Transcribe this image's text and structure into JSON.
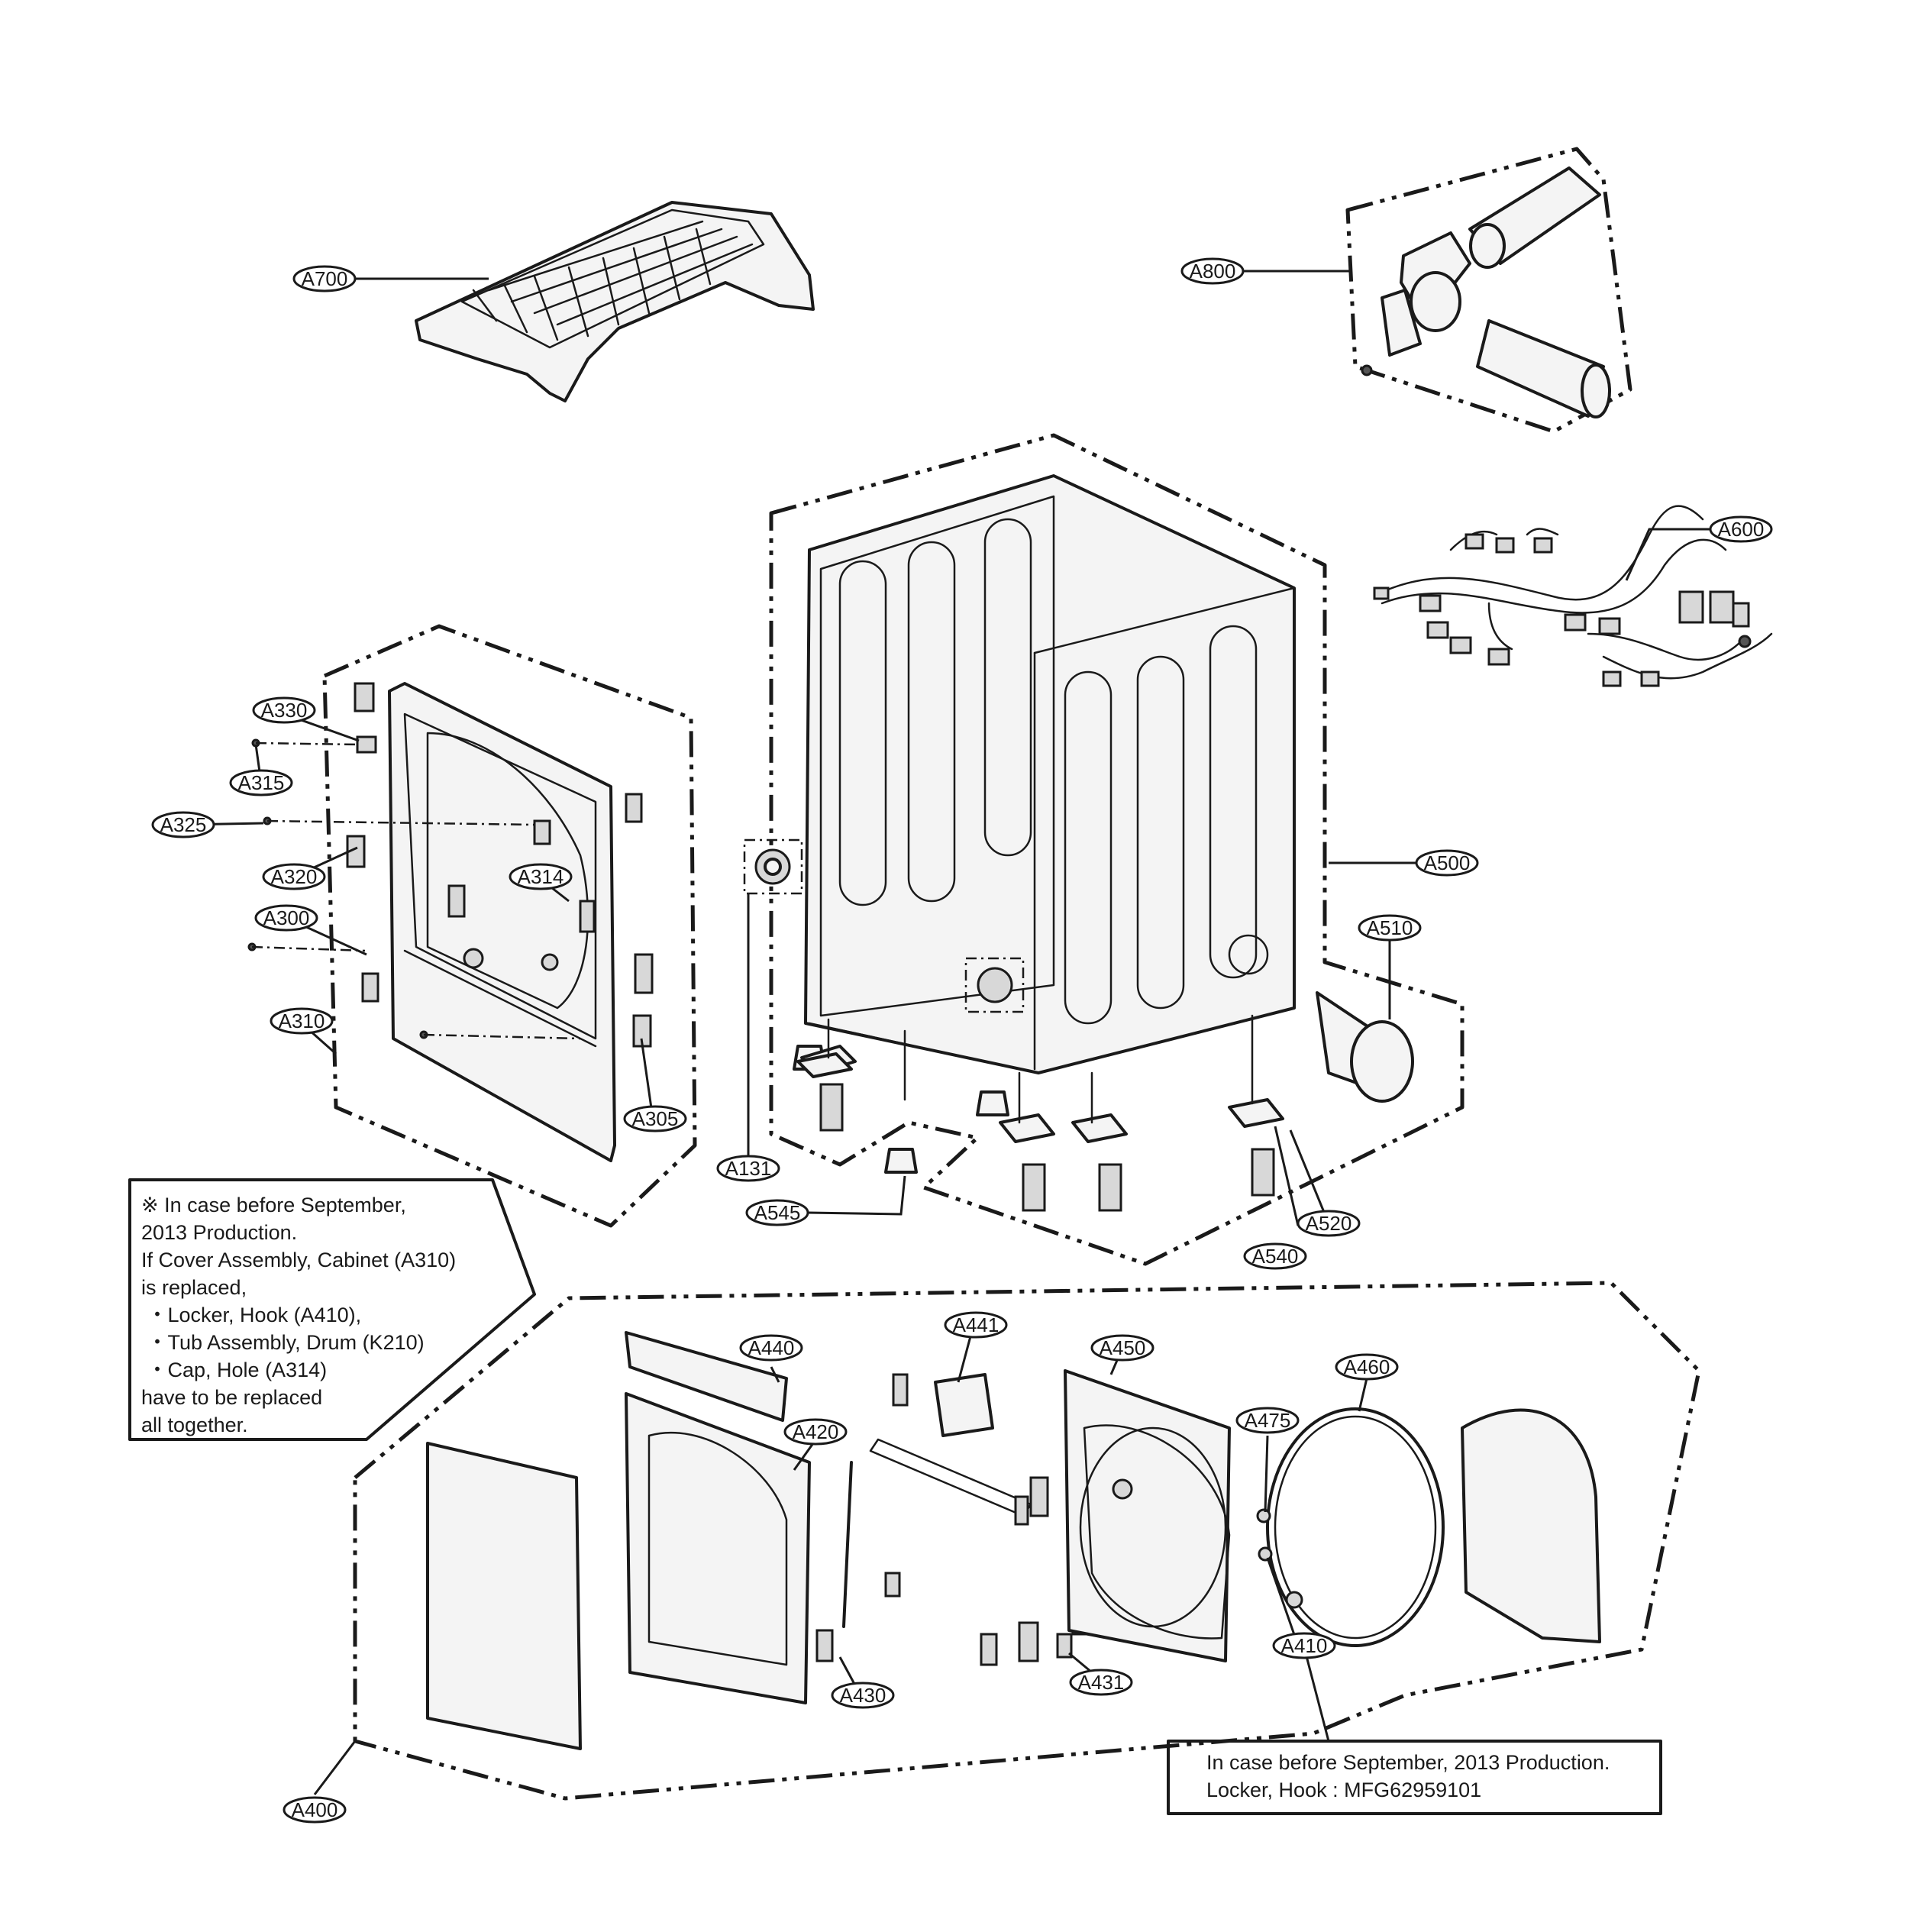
{
  "labels": {
    "a700": "A700",
    "a800": "A800",
    "a600": "A600",
    "a330": "A330",
    "a315": "A315",
    "a325": "A325",
    "a320": "A320",
    "a314": "A314",
    "a300": "A300",
    "a310": "A310",
    "a305": "A305",
    "a500": "A500",
    "a510": "A510",
    "a131": "A131",
    "a545": "A545",
    "a520": "A520",
    "a540": "A540",
    "a440": "A440",
    "a441": "A441",
    "a450": "A450",
    "a460": "A460",
    "a475": "A475",
    "a420": "A420",
    "a410": "A410",
    "a430": "A430",
    "a431": "A431",
    "a400": "A400"
  },
  "notes": {
    "left": [
      "※ In case before September,",
      "2013 Production.",
      "If Cover Assembly, Cabinet (A310)",
      "is replaced,",
      " ・Locker, Hook (A410),",
      " ・Tub Assembly, Drum (K210)",
      " ・Cap, Hole (A314)",
      "have to be replaced",
      "all together."
    ],
    "right": [
      "In case before September, 2013 Production.",
      "Locker, Hook : MFG62959101"
    ]
  }
}
